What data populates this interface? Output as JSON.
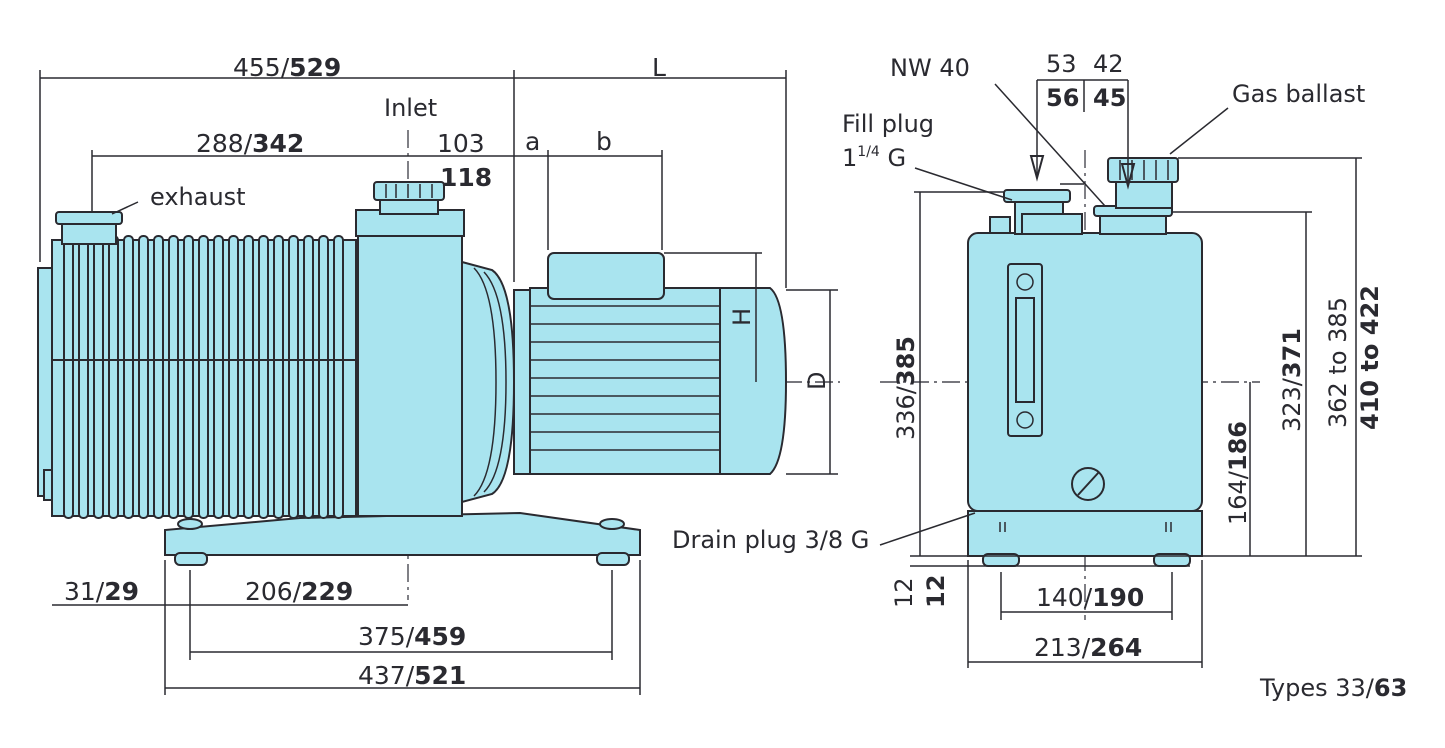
{
  "side_view": {
    "overall_length": {
      "normal": "455/",
      "bold": "529"
    },
    "motor_length_label": "L",
    "inlet_label": "Inlet",
    "exhaust_label": "exhaust",
    "exhaust_to_inlet": {
      "normal": "288/",
      "bold": "342"
    },
    "inlet_offset": {
      "normal": "103",
      "bold": "118"
    },
    "dim_a": "a",
    "dim_b": "b",
    "dim_H": "H",
    "dim_D": "D",
    "foot_offset": {
      "normal": "31/",
      "bold": "29"
    },
    "foot_to_inlet": {
      "normal": "206/",
      "bold": "229"
    },
    "foot_spacing": {
      "normal": "375/",
      "bold": "459"
    },
    "base_length": {
      "normal": "437/",
      "bold": "521"
    }
  },
  "end_view": {
    "nw_label": "NW 40",
    "fill_plug_label": "Fill plug",
    "fill_plug_size": {
      "main": "1",
      "sup": "1/4",
      "tail": " G"
    },
    "gas_ballast_label": "Gas ballast",
    "drain_plug_label": "Drain plug 3/8 G",
    "top_dim_1": {
      "normal": "53",
      "bold": "56"
    },
    "top_dim_2": {
      "normal": "42",
      "bold": "45"
    },
    "height_total": {
      "normal": "336/",
      "bold": "385"
    },
    "height_center": {
      "normal": "164/",
      "bold": "186"
    },
    "height_flange": {
      "normal": "323/",
      "bold": "371"
    },
    "height_ballast": {
      "normal": "362 to 385",
      "bold": "410 to 422"
    },
    "foot_height": {
      "normal": "12",
      "bold": "12"
    },
    "foot_spacing": {
      "normal": "140/",
      "bold": "190"
    },
    "body_width": {
      "normal": "213/",
      "bold": "264"
    }
  },
  "caption": {
    "normal": "Types 33/",
    "bold": "63"
  },
  "colors": {
    "body": "#a9e4ef",
    "line": "#2a2a30",
    "background": "#ffffff"
  }
}
